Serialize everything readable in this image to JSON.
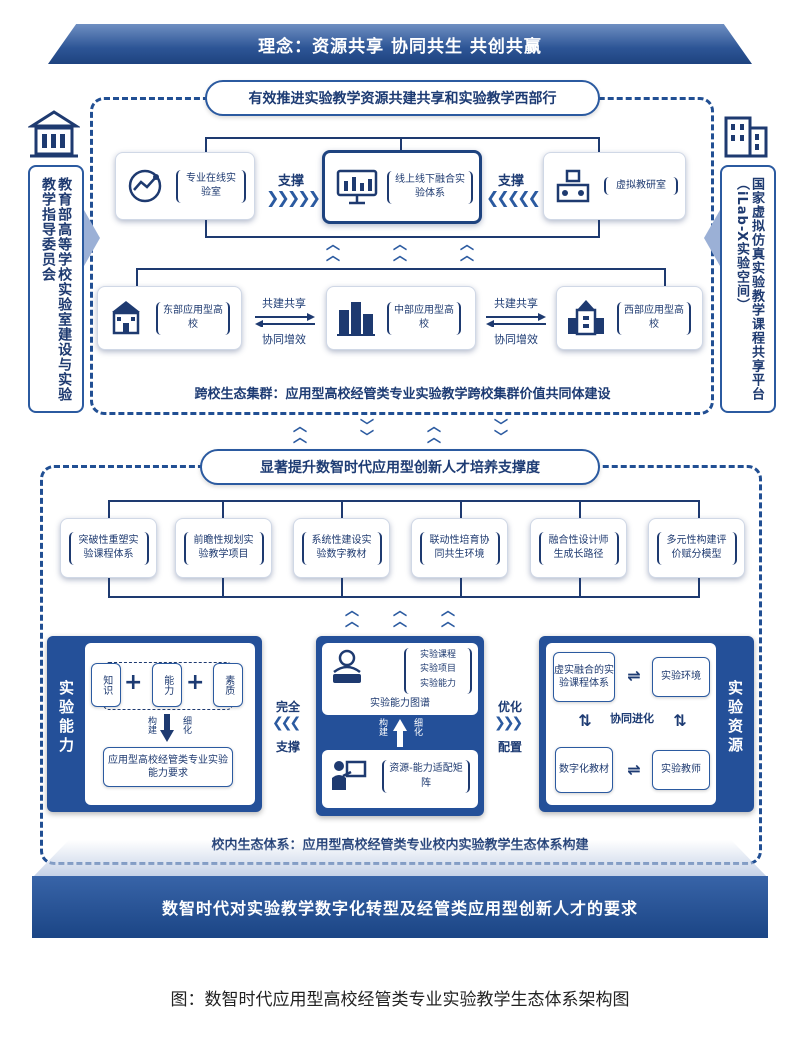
{
  "banner": "理念：资源共享 协同共生 共创共赢",
  "upper": {
    "title": "有效推进实验教学资源共建共享和实验教学西部行",
    "left_side": "教育部高等学校实验室建设与实验教学指导委员会",
    "right_side": "国家虚拟仿真实验教学课程共享平台（iLab-X实验空间）",
    "box_left": "专业在线实验室",
    "box_center": "线上线下融合实验体系",
    "box_right": "虚拟教研室",
    "support_left": "支撑",
    "support_right": "支撑",
    "school_east": "东部应用型高校",
    "school_mid": "中部应用型高校",
    "school_west": "西部应用型高校",
    "build_share_left": "共建共享",
    "synergy_left": "协同增效",
    "build_share_right": "共建共享",
    "synergy_right": "协同增效",
    "footer": "跨校生态集群：应用型高校经管类专业实验教学跨校集群价值共同体建设"
  },
  "middle": {
    "title": "显著提升数智时代应用型创新人才培养支撑度",
    "items": [
      "突破性重塑实验课程体系",
      "前瞻性规划实验教学项目",
      "系统性建设实验数字教材",
      "联动性培育协同共生环境",
      "融合性设计师生成长路径",
      "多元性构建评价赋分模型"
    ]
  },
  "lower": {
    "ability_title": "实验能力",
    "knowledge": "知识",
    "capability": "能力",
    "quality": "素质",
    "build": "构建",
    "refine": "细化",
    "ability_req": "应用型高校经管类专业实验能力要求",
    "full_support_1": "完全",
    "full_support_2": "支撑",
    "map_items": [
      "实验课程",
      "实验项目",
      "实验能力"
    ],
    "map_title": "实验能力图谱",
    "build2": "构建",
    "refine2": "细化",
    "matrix": "资源-能力适配矩阵",
    "optimize_1": "优化",
    "optimize_2": "配置",
    "resource_title": "实验资源",
    "res_virtual": "虚实融合的实验课程体系",
    "res_env": "实验环境",
    "res_coop": "协同进化",
    "res_material": "数字化教材",
    "res_teacher": "实验教师",
    "footer": "校内生态体系：应用型高校经管类专业校内实验教学生态体系构建"
  },
  "base": "数智时代对实验教学数字化转型及经管类应用型创新人才的要求",
  "caption": "图：数智时代应用型高校经管类专业实验教学生态体系架构图"
}
